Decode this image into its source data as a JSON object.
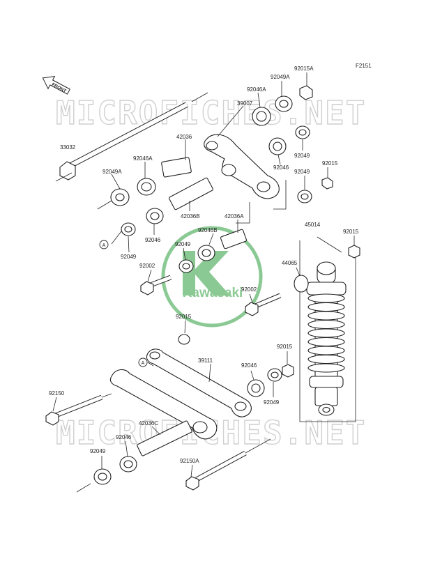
{
  "figure_code": "F2151",
  "front_label": "FRONT",
  "watermark": {
    "text": "MICROFICHES.NET",
    "logo_text": "Kawasaki",
    "color": "#2e9e3e"
  },
  "callouts": {
    "c1": "92015A",
    "c2": "92049A",
    "c3": "92046A",
    "c4": "39007",
    "c5": "33032",
    "c6": "42036",
    "c7": "92046A",
    "c8": "92049A",
    "c9": "92049",
    "c10": "92046",
    "c11": "92049",
    "c12": "92015",
    "c13": "42036B",
    "c14": "92046",
    "c15": "42036A",
    "c16": "92046B",
    "c17": "92049",
    "c18": "92049",
    "c19": "92002",
    "c20": "45014",
    "c21": "92015",
    "c22": "44065",
    "c23": "92002",
    "c24": "92015",
    "c25": "39111",
    "c26": "92015",
    "c27": "92046",
    "c28": "92049",
    "c29": "92150",
    "c30": "42036C",
    "c31": "92046",
    "c32": "92049",
    "c33": "92150A"
  },
  "ref_marks": {
    "a1": "A",
    "a2": "A"
  }
}
